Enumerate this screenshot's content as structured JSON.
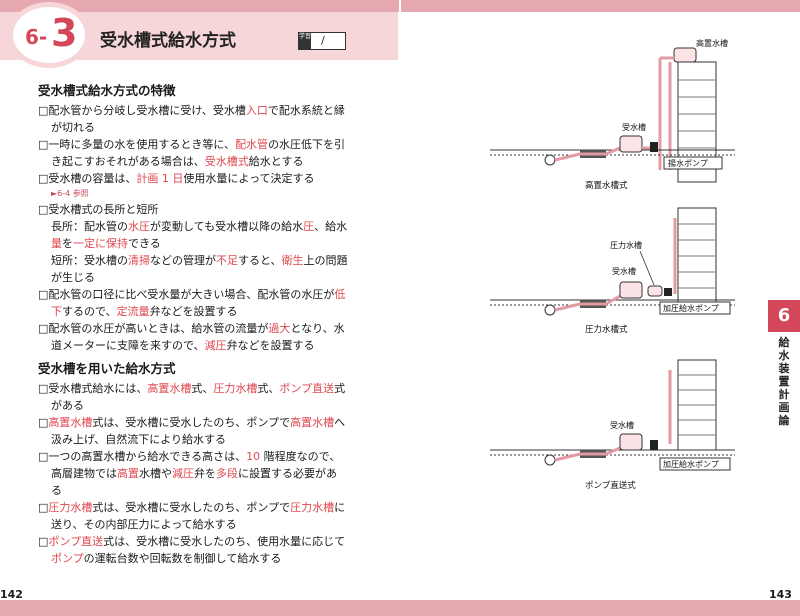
{
  "header": {
    "section_prefix": "6-",
    "section_number": "3",
    "title": "受水槽式給水方式",
    "study_label": "学習",
    "study_slash": "/"
  },
  "left": {
    "sub1": "受水槽式給水方式の特徴",
    "s1_i1": [
      "□配水管から分岐し受水槽に受け、受水槽",
      "入口",
      "で配水系統と縁"
    ],
    "s1_i1_c": "が切れる",
    "s1_i2": [
      "□一時に多量の水を使用するとき等に、",
      "配水管",
      "の水圧低下を引"
    ],
    "s1_i2_c": [
      "き起こすおそれがある場合は、",
      "受水槽式",
      "給水とする"
    ],
    "s1_i3": [
      "□受水槽の容量は、",
      "計画 1 日",
      "使用水量によって決定する"
    ],
    "s1_ref": "►6-4 参照",
    "s1_i4": "□受水槽式の長所と短所",
    "s1_i4_a": [
      "長所：配水管の",
      "水圧",
      "が変動しても受水槽以降の給水",
      "圧",
      "、給水"
    ],
    "s1_i4_b": [
      "量",
      "を",
      "一定に保持",
      "できる"
    ],
    "s1_i4_c": [
      "短所：受水槽の",
      "清掃",
      "などの管理が",
      "不足",
      "すると、",
      "衛生",
      "上の問題"
    ],
    "s1_i4_d": "が生じる",
    "s1_i5": [
      "□配水管の口径に比べ受水量が大きい場合、配水管の水圧が",
      "低"
    ],
    "s1_i5_c": [
      "下",
      "するので、",
      "定流量",
      "弁などを設置する"
    ],
    "s1_i6": [
      "□配水管の水圧が高いときは、給水管の流量が",
      "過大",
      "となり、水"
    ],
    "s1_i6_c": [
      "道メーターに支障を来すので、",
      "減圧",
      "弁などを設置する"
    ],
    "sub2": "受水槽を用いた給水方式",
    "s2_i1": [
      "□受水槽式給水には、",
      "高置水槽",
      "式、",
      "圧力水槽",
      "式、",
      "ポンプ直送",
      "式"
    ],
    "s2_i1_c": "がある",
    "s2_i2": [
      "□",
      "高置水槽",
      "式は、受水槽に受水したのち、ポンプで",
      "高置水槽",
      "へ"
    ],
    "s2_i2_c": "汲み上げ、自然流下により給水する",
    "s2_i3": [
      "□一つの高置水槽から給水できる高さは、",
      "10",
      " 階程度なので、"
    ],
    "s2_i3_c": [
      "高層建物では",
      "高置",
      "水槽や",
      "減圧",
      "弁を",
      "多段",
      "に設置する必要があ"
    ],
    "s2_i3_d": "る",
    "s2_i4": [
      "□",
      "圧力水槽",
      "式は、受水槽に受水したのち、ポンプで",
      "圧力水槽",
      "に"
    ],
    "s2_i4_c": "送り、その内部圧力によって給水する",
    "s2_i5": [
      "□",
      "ポンプ直送",
      "式は、受水槽に受水したのち、使用水量に応じて"
    ],
    "s2_i5_c": [
      "ポンプ",
      "の運転台数や回転数を制御して給水する"
    ]
  },
  "figure": {
    "f1_elevated_tank": "高置水槽",
    "f1_receiving_tank": "受水槽",
    "f1_pump": "揚水ポンプ",
    "f1_caption": "高置水槽式",
    "f2_pressure_tank": "圧力水槽",
    "f2_receiving_tank": "受水槽",
    "f2_pump": "加圧給水ポンプ",
    "f2_caption": "圧力水槽式",
    "f3_receiving_tank": "受水槽",
    "f3_pump": "加圧給水ポンプ",
    "f3_caption": "ポンプ直送式"
  },
  "side": {
    "chapter_number": "6",
    "chapter_name": "給水装置計画論"
  },
  "footer": {
    "page_left": "142",
    "page_right": "143"
  },
  "colors": {
    "accent": "#d4475a",
    "highlight": "#e0474f",
    "band": "#f7d6da",
    "pipe": "#e39aa2"
  }
}
